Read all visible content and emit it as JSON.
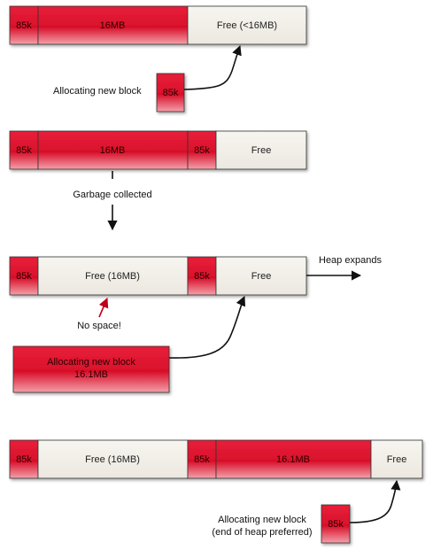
{
  "colors": {
    "allocated": "#d8102a",
    "free": "#f3f0ea",
    "outline": "#333333",
    "red_arrow": "#c0001a"
  },
  "diagram": {
    "heap1": {
      "segments": [
        {
          "label": "85k",
          "kind": "allocated"
        },
        {
          "label": "16MB",
          "kind": "allocated"
        },
        {
          "label": "Free (<16MB)",
          "kind": "free"
        }
      ]
    },
    "alloc1": {
      "label": "Allocating new block",
      "block": "85k"
    },
    "heap2": {
      "segments": [
        {
          "label": "85k",
          "kind": "allocated"
        },
        {
          "label": "16MB",
          "kind": "allocated"
        },
        {
          "label": "85k",
          "kind": "allocated"
        },
        {
          "label": "Free",
          "kind": "free"
        }
      ]
    },
    "gc_label": "Garbage collected",
    "heap3": {
      "segments": [
        {
          "label": "85k",
          "kind": "allocated"
        },
        {
          "label": "Free (16MB)",
          "kind": "free"
        },
        {
          "label": "85k",
          "kind": "allocated"
        },
        {
          "label": "Free",
          "kind": "free"
        }
      ]
    },
    "heap_expands_label": "Heap expands",
    "no_space_label": "No space!",
    "alloc2": {
      "line1": "Allocating new block",
      "line2": "16.1MB"
    },
    "heap4": {
      "segments": [
        {
          "label": "85k",
          "kind": "allocated"
        },
        {
          "label": "Free (16MB)",
          "kind": "free"
        },
        {
          "label": "85k",
          "kind": "allocated"
        },
        {
          "label": "16.1MB",
          "kind": "allocated"
        },
        {
          "label": "Free",
          "kind": "free"
        }
      ]
    },
    "alloc3": {
      "line1": "Allocating new block",
      "line2": "(end of heap preferred)",
      "block": "85k"
    }
  }
}
